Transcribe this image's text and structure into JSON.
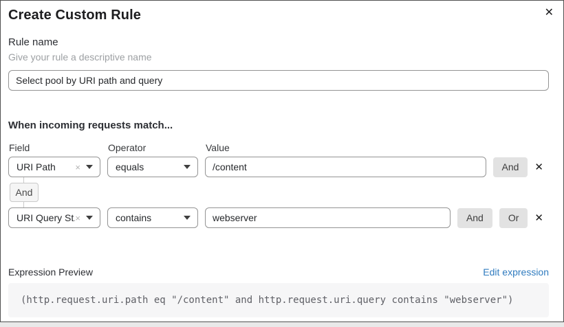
{
  "dialog": {
    "title": "Create Custom Rule"
  },
  "icons": {
    "close": "✕",
    "clear": "×",
    "delete": "✕"
  },
  "rule_name": {
    "label": "Rule name",
    "helper": "Give your rule a descriptive name",
    "value": "Select pool by URI path and query"
  },
  "match": {
    "heading": "When incoming requests match...",
    "columns": {
      "field": "Field",
      "operator": "Operator",
      "value": "Value"
    },
    "rows": [
      {
        "field": "URI Path",
        "operator": "equals",
        "value": "/content"
      },
      {
        "field": "URI Query St...",
        "operator": "contains",
        "value": "webserver"
      }
    ],
    "connector_label": "And",
    "and_label": "And",
    "or_label": "Or"
  },
  "expression": {
    "label": "Expression Preview",
    "edit_link": "Edit expression",
    "code": "(http.request.uri.path eq \"/content\" and http.request.uri.query contains \"webserver\")"
  },
  "colors": {
    "link_blue": "#2f7bbf",
    "pill_button_bg": "#e2e2e2",
    "code_block_bg": "#f6f6f7",
    "control_border": "#939393",
    "dialog_border": "#4f4f4f"
  }
}
